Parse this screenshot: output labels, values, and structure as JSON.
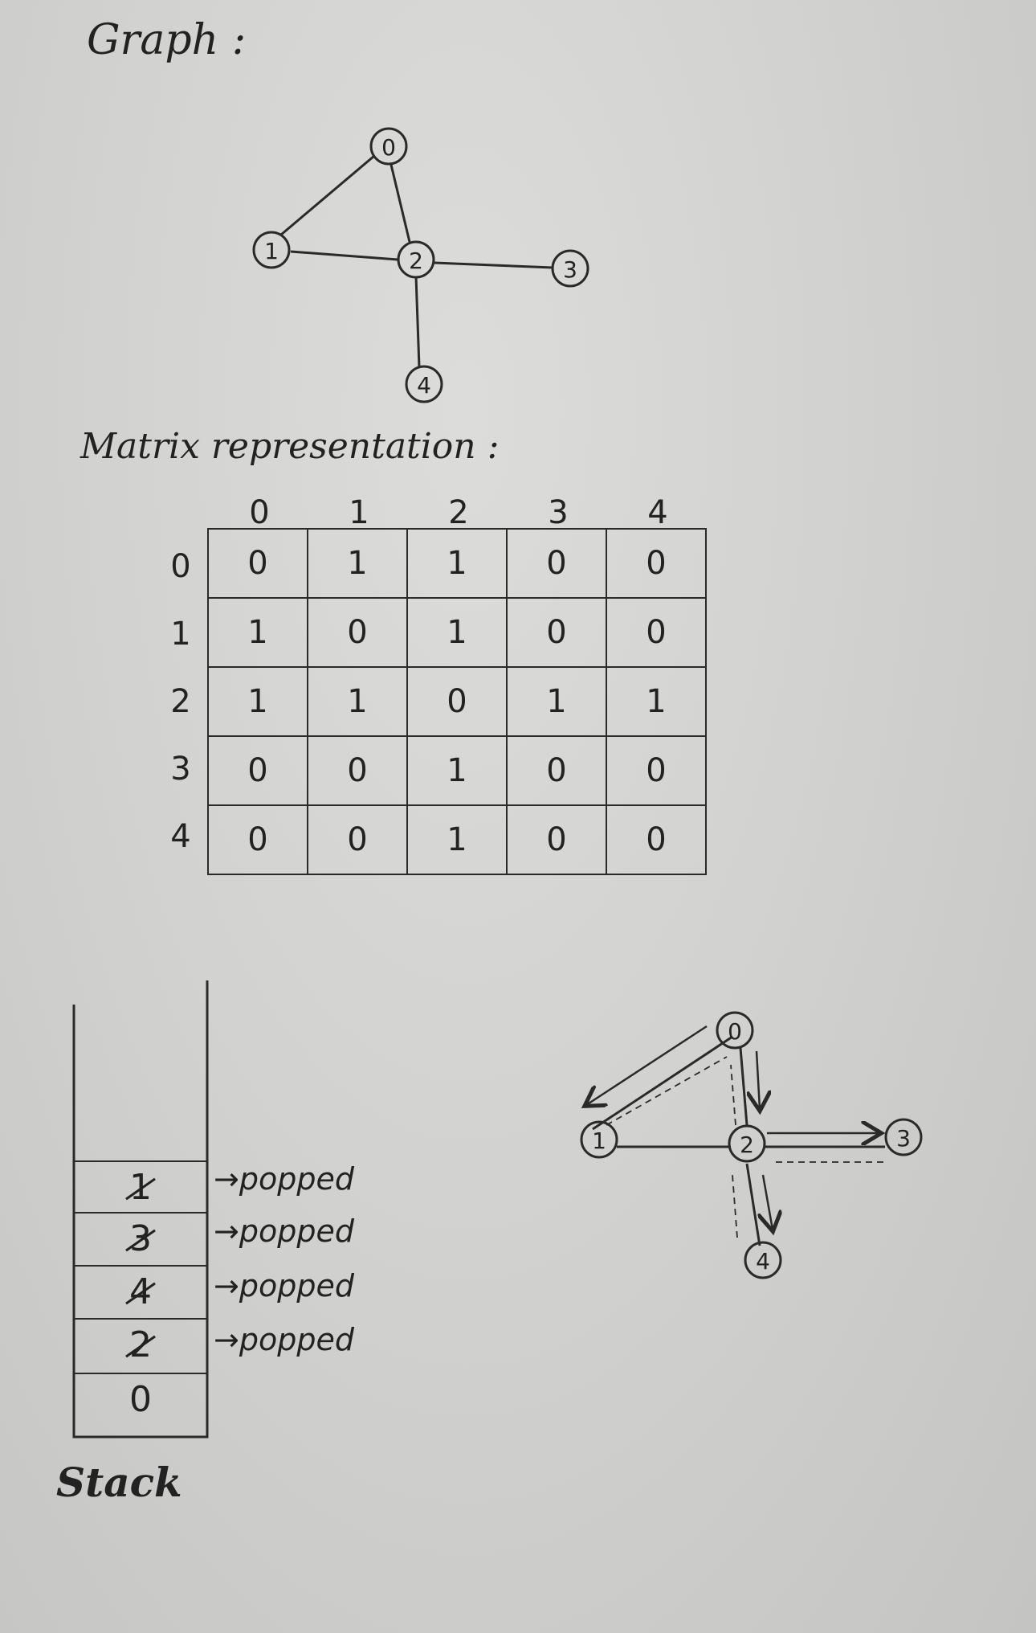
{
  "headings": {
    "graph": "Graph :",
    "matrix": "Matrix representation :",
    "stack": "Stack"
  },
  "graph": {
    "nodes": [
      "0",
      "1",
      "2",
      "3",
      "4"
    ],
    "edges": [
      [
        "0",
        "1"
      ],
      [
        "0",
        "2"
      ],
      [
        "1",
        "2"
      ],
      [
        "2",
        "3"
      ],
      [
        "2",
        "4"
      ]
    ]
  },
  "matrix": {
    "col_headers": [
      "0",
      "1",
      "2",
      "3",
      "4"
    ],
    "row_headers": [
      "0",
      "1",
      "2",
      "3",
      "4"
    ],
    "rows": [
      [
        "0",
        "1",
        "1",
        "0",
        "0"
      ],
      [
        "1",
        "0",
        "1",
        "0",
        "0"
      ],
      [
        "1",
        "1",
        "0",
        "1",
        "1"
      ],
      [
        "0",
        "0",
        "1",
        "0",
        "0"
      ],
      [
        "0",
        "0",
        "1",
        "0",
        "0"
      ]
    ]
  },
  "stack": {
    "items": [
      {
        "value": "1",
        "crossed": true,
        "note": "→popped"
      },
      {
        "value": "3",
        "crossed": true,
        "note": "→popped"
      },
      {
        "value": "4",
        "crossed": true,
        "note": "→popped"
      },
      {
        "value": "2",
        "crossed": true,
        "note": "→popped"
      },
      {
        "value": "0",
        "crossed": false,
        "note": ""
      }
    ]
  },
  "traversal": {
    "nodes": [
      "0",
      "1",
      "2",
      "3",
      "4"
    ]
  }
}
